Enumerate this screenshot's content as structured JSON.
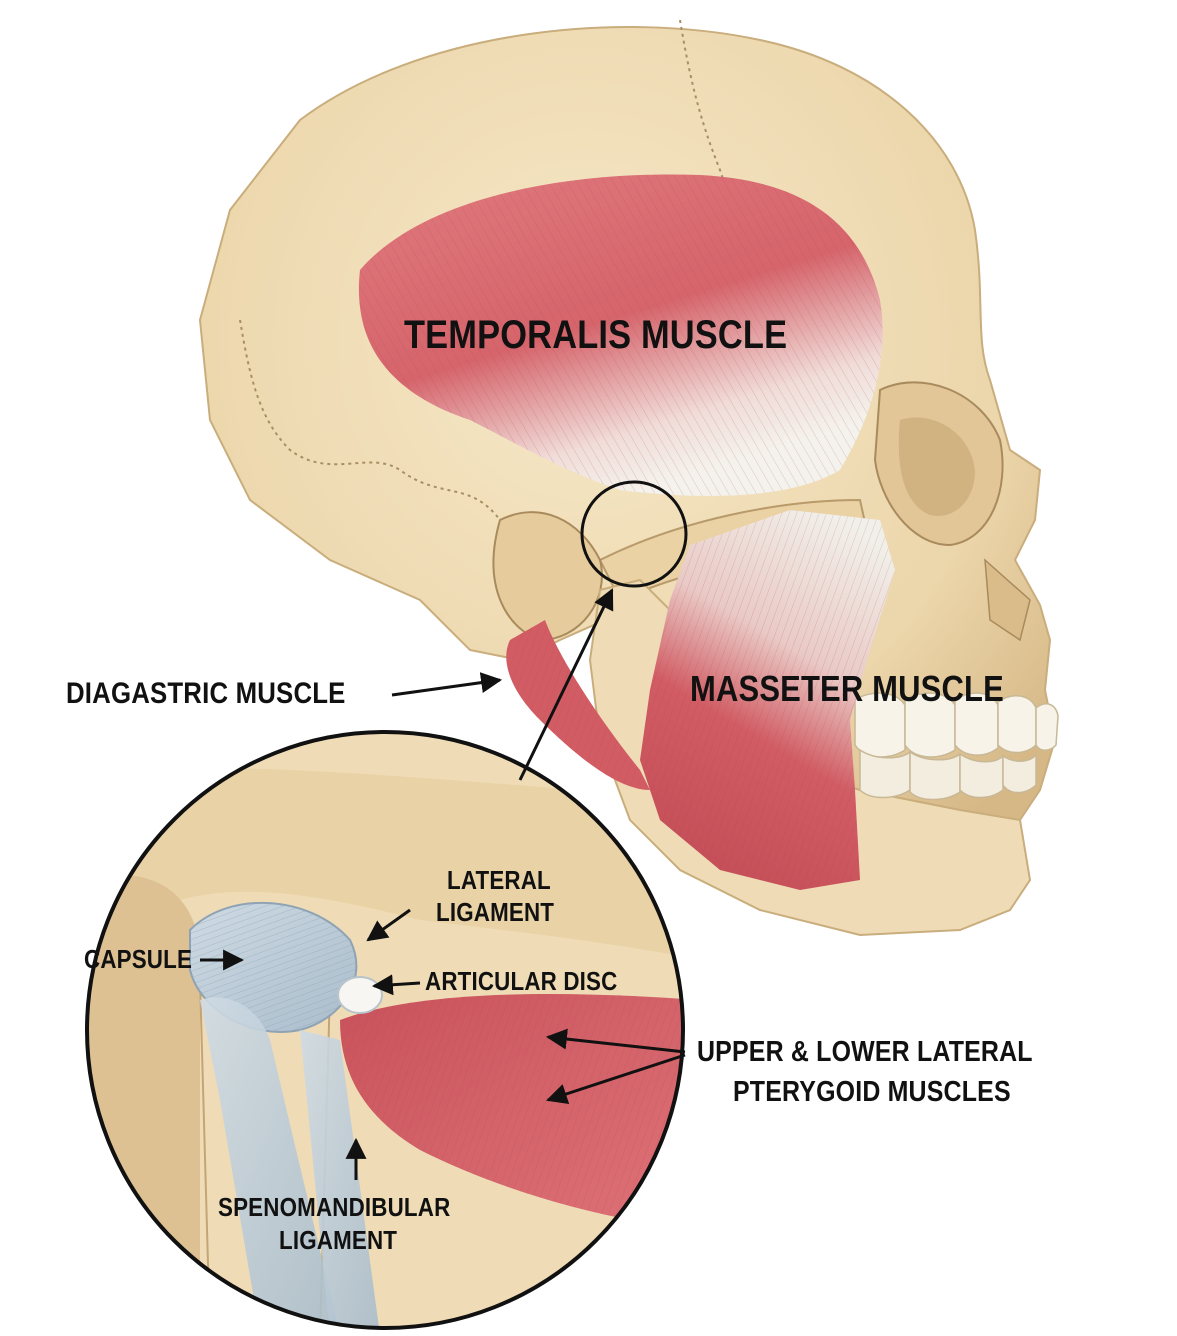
{
  "colors": {
    "bone": "#efdcb6",
    "bone_shadow": "#c9ad7c",
    "muscle": "#d8646b",
    "muscle_dark": "#b8424c",
    "tendon": "#f1efe9",
    "ligament": "#b9c9d6",
    "outline": "#111111"
  },
  "labels": {
    "temporalis": "TEMPORALIS MUSCLE",
    "masseter": "MASSETER MUSCLE",
    "diagastric": "DIAGASTRIC MUSCLE",
    "lateral_ligament_line1": "LATERAL",
    "lateral_ligament_line2": "LIGAMENT",
    "capsule": "CAPSULE",
    "articular_disc": "ARTICULAR DISC",
    "pterygoid_line1": "UPPER & LOWER LATERAL",
    "pterygoid_line2": "PTERYGOID MUSCLES",
    "spheno_line1": "SPENOMANDIBULAR",
    "spheno_line2": "LIGAMENT"
  },
  "icons": {
    "joint_highlight": "circle-outline-icon",
    "arrows": "arrow-icon"
  }
}
